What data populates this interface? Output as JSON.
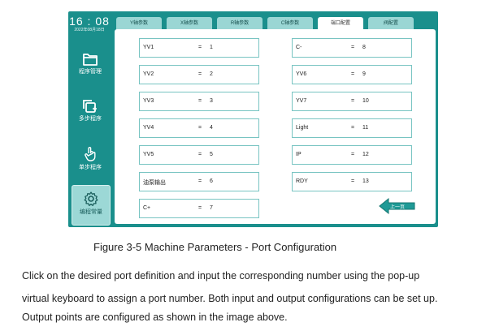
{
  "sidebar": {
    "time": "16 : 08",
    "date": "2022年08月18日",
    "items": [
      {
        "label": "程序管理",
        "icon": "folder-icon"
      },
      {
        "label": "多步程序",
        "icon": "multi-step-icon"
      },
      {
        "label": "单步程序",
        "icon": "tap-hand-icon"
      },
      {
        "label": "编程常量",
        "icon": "gear-icon"
      }
    ]
  },
  "tabs": [
    "Y轴参数",
    "X轴参数",
    "R轴参数",
    "C轴参数",
    "端口配置",
    "阀配置"
  ],
  "active_tab": "端口配置",
  "fields_left": [
    {
      "key": "YV1",
      "eq": "=",
      "value": "1"
    },
    {
      "key": "YV2",
      "eq": "=",
      "value": "2"
    },
    {
      "key": "YV3",
      "eq": "=",
      "value": "3"
    },
    {
      "key": "YV4",
      "eq": "=",
      "value": "4"
    },
    {
      "key": "YV5",
      "eq": "=",
      "value": "5"
    },
    {
      "key": "油泵输出",
      "eq": "=",
      "value": "6"
    },
    {
      "key": "C+",
      "eq": "=",
      "value": "7"
    }
  ],
  "fields_right": [
    {
      "key": "C-",
      "eq": "=",
      "value": "8"
    },
    {
      "key": "YV6",
      "eq": "=",
      "value": "9"
    },
    {
      "key": "YV7",
      "eq": "=",
      "value": "10"
    },
    {
      "key": "Light",
      "eq": "=",
      "value": "11"
    },
    {
      "key": "IP",
      "eq": "=",
      "value": "12"
    },
    {
      "key": "RDY",
      "eq": "=",
      "value": "13"
    }
  ],
  "prev_button": {
    "label": "上一页",
    "color": "#1f9a96"
  },
  "caption": "Figure 3-5 Machine Parameters - Port Configuration",
  "paragraph": [
    "Click on the desired port definition and input the corresponding number using the pop-up",
    "virtual keyboard to assign a port number. Both input and output configurations can be set up.",
    "Output points are configured as shown in the image above."
  ],
  "colors": {
    "screen_bg": "#1a8f8c",
    "tab_bg": "#9ad6d4",
    "field_border": "#78c4c2"
  }
}
